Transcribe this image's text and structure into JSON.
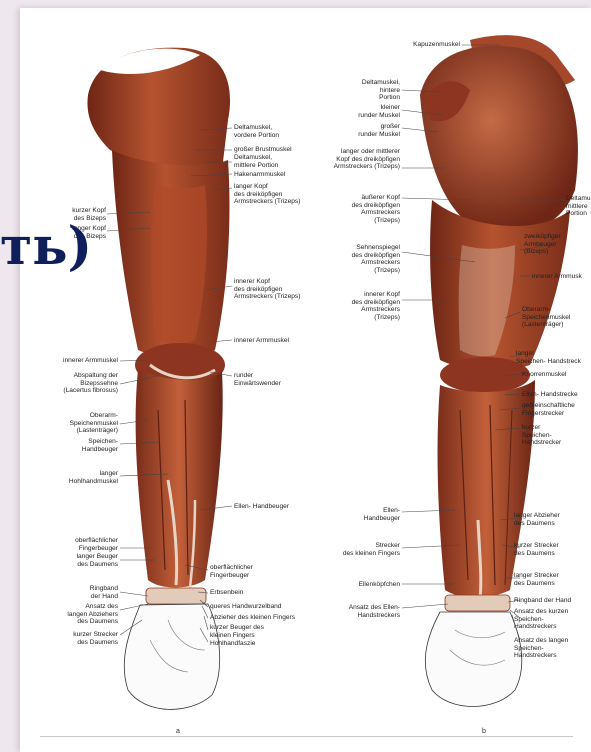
{
  "slide_fragment": "ть)",
  "figure_a": {
    "sublabel": "a",
    "labels": {
      "deltamuskel_vordere": "Deltamuskel,\nvordere Portion",
      "grosser_brustmuskel": "großer Brustmuskel",
      "deltamuskel_mittlere": "Deltamuskel,\nmittlere Portion",
      "hakenarmmuskel": "Hakenarmmuskel",
      "langer_kopf_trizeps": "langer Kopf\ndes dreiköpfigen\nArmstreckers (Trizeps)",
      "kurzer_kopf_bizeps": "kurzer Kopf\ndes Bizeps",
      "langer_kopf_bizeps": "langer Kopf\ndes Bizeps",
      "innerer_kopf_trizeps": "innerer Kopf\ndes dreiköpfigen\nArmstreckers (Trizeps)",
      "innerer_armmuskel_r": "innerer Armmuskel",
      "innerer_armmuskel_l": "innerer Armmuskel",
      "abspaltung": "Abspaltung der\nBizepssehne\n(Lacertus fibrosus)",
      "runder_einwaertswender": "runder\nEinwärtswender",
      "oberarm_speichenmuskel": "Oberarm-\nSpeichenmuskel\n(Lastenträger)",
      "speichen_handbeuger": "Speichen-\nHandbeuger",
      "langer_hohlhandmuskel": "langer\nHohlhandmuskel",
      "ellen_handbeuger": "Ellen- Handbeuger",
      "oberflaechlicher_fingerbeuger_l": "oberflächlicher\nFingerbeuger",
      "langer_beuger_daumens": "langer Beuger\ndes Daumens",
      "oberflaechlicher_fingerbeuger_r": "oberflächlicher\nFingerbeuger",
      "ringband": "Ringband\nder Hand",
      "erbsenbein": "Erbsenbein",
      "ansatz_abziehers": "Ansatz des\nlangen Abziehers\ndes Daumens",
      "queres_handwurzelband": "queres Handwurzelband",
      "abzieher_kleinen_fingers": "Abzieher des kleinen Fingers",
      "kurzer_strecker_daumens_a": "kurzer Strecker\ndes Daumens",
      "kurzer_beuger_kleinen_fingers": "kurzer Beuger des\nkleinen Fingers",
      "hohlhandfaszie": "Hohlhandfaszie"
    }
  },
  "figure_b": {
    "sublabel": "b",
    "labels": {
      "kapuzenmuskel": "Kapuzenmuskel",
      "deltamuskel_hintere": "Deltamuskel,\nhintere\nPortion",
      "kleiner_runder_muskel": "kleiner\nrunder Muskel",
      "grosser_runder_muskel": "großer\nrunder Muskel",
      "langer_mittlerer_kopf": "langer oder mittlerer\nKopf des dreiköpfigen\nArmstreckers (Trizeps)",
      "deltamuskel_mittlere_b": "Deltamu\nmittlere\nPortion",
      "aeusserer_kopf": "äußerer Kopf\ndes dreiköpfigen\nArmstreckers\n(Trizeps)",
      "zweikoepfiger_armbeuger": "zweiköpfiger\nArmbeuger\n(Bizeps)",
      "sehnenspiegel": "Sehnenspiegel\ndes dreiköpfigen\nArmstreckers\n(Trizeps)",
      "innerer_armmuskel_b": "innerer Armmusk",
      "innerer_kopf_b": "innerer Kopf\ndes dreiköpfigen\nArmstreckers\n(Trizeps)",
      "oberarm_speichenmuskel_b": "Oberarm-\nSpeichenmuskel\n(Lastenträger)",
      "langer_speichen_handstrecker": "langer\nSpeichen- Handstreck",
      "knorrenmuskel": "Knorrenmuskel",
      "ellen_handstrecker": "Ellen- Handstrecke",
      "gemeinschaftlicher_fingerstrecker": "gemeinschaftliche\nFingerstrecker",
      "kurzer_speichen_handstrecker": "kurzer\nSpeichen-\nHandstrecker",
      "ellen_handbeuger_b": "Ellen-\nHandbeuger",
      "langer_abzieher_daumens": "langer Abzieher\ndes Daumens",
      "strecker_kleinen_fingers": "Strecker\ndes kleinen Fingers",
      "kurzer_strecker_daumens_b": "kurzer Strecker\ndes Daumens",
      "langer_strecker_daumens": "langer Strecker\ndes Daumens",
      "ellenkoepfchen": "Ellenköpfchen",
      "ringband_b": "Ringband der Hand",
      "ansatz_ellen_handstreckers": "Ansatz des Ellen-\nHandstreckers",
      "ansatz_kurzen_speichen": "Ansatz des kurzen\nSpeichen-\nHandstreckers",
      "ansatz_langen_speichen": "Ansatz des langen\nSpeichen-\nHandstreckers"
    }
  },
  "colors": {
    "muscle_dark": "#6e2616",
    "muscle_mid": "#a4472a",
    "muscle_light": "#c96e4c",
    "tendon": "#e8d4c4",
    "slide_text": "#0f1f5c"
  }
}
